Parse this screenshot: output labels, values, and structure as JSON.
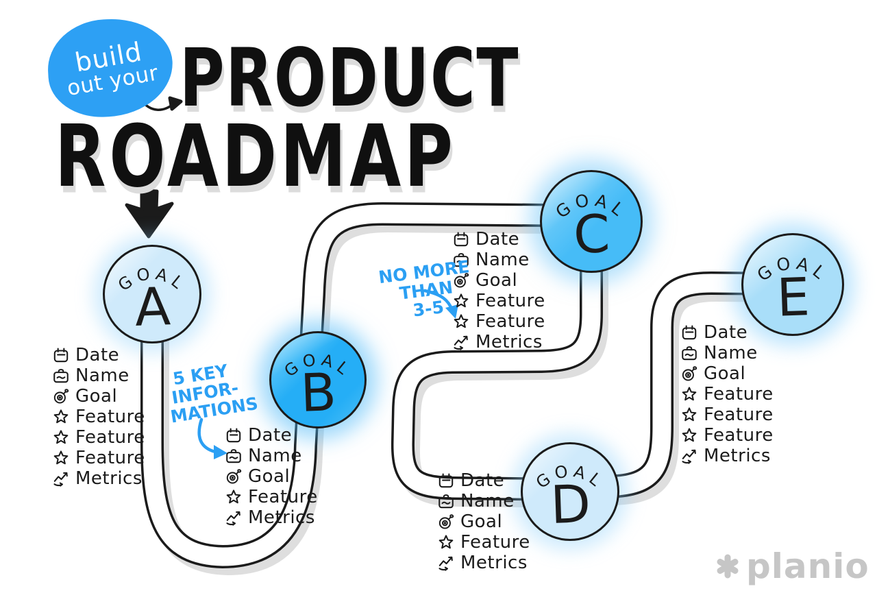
{
  "header": {
    "badge": {
      "line1": "build",
      "line2": "out your"
    },
    "title_line1": "PRODUCT",
    "title_line2": "ROADMAP"
  },
  "annotations": {
    "five_key": {
      "line1": "5 KEY",
      "line2": "INFOR-",
      "line3": "MATIONS"
    },
    "no_more": {
      "line1": "NO MORE",
      "line2": "THAN",
      "line3": "3-5"
    }
  },
  "goals": [
    {
      "word": "GOAL",
      "letter": "A",
      "items": [
        {
          "icon": "calendar-icon",
          "label": "Date"
        },
        {
          "icon": "name-badge-icon",
          "label": "Name"
        },
        {
          "icon": "target-icon",
          "label": "Goal"
        },
        {
          "icon": "star-icon",
          "label": "Feature"
        },
        {
          "icon": "star-icon",
          "label": "Feature"
        },
        {
          "icon": "star-icon",
          "label": "Feature"
        },
        {
          "icon": "metrics-icon",
          "label": "Metrics"
        }
      ]
    },
    {
      "word": "GOAL",
      "letter": "B",
      "items": [
        {
          "icon": "calendar-icon",
          "label": "Date"
        },
        {
          "icon": "name-badge-icon",
          "label": "Name"
        },
        {
          "icon": "target-icon",
          "label": "Goal"
        },
        {
          "icon": "star-icon",
          "label": "Feature"
        },
        {
          "icon": "metrics-icon",
          "label": "Metrics"
        }
      ]
    },
    {
      "word": "GOAL",
      "letter": "C",
      "items": [
        {
          "icon": "calendar-icon",
          "label": "Date"
        },
        {
          "icon": "name-badge-icon",
          "label": "Name"
        },
        {
          "icon": "target-icon",
          "label": "Goal"
        },
        {
          "icon": "star-icon",
          "label": "Feature"
        },
        {
          "icon": "star-icon",
          "label": "Feature"
        },
        {
          "icon": "metrics-icon",
          "label": "Metrics"
        }
      ]
    },
    {
      "word": "GOAL",
      "letter": "D",
      "items": [
        {
          "icon": "calendar-icon",
          "label": "Date"
        },
        {
          "icon": "name-badge-icon",
          "label": "Name"
        },
        {
          "icon": "target-icon",
          "label": "Goal"
        },
        {
          "icon": "star-icon",
          "label": "Feature"
        },
        {
          "icon": "metrics-icon",
          "label": "Metrics"
        }
      ]
    },
    {
      "word": "GOAL",
      "letter": "E",
      "items": [
        {
          "icon": "calendar-icon",
          "label": "Date"
        },
        {
          "icon": "name-badge-icon",
          "label": "Name"
        },
        {
          "icon": "target-icon",
          "label": "Goal"
        },
        {
          "icon": "star-icon",
          "label": "Feature"
        },
        {
          "icon": "star-icon",
          "label": "Feature"
        },
        {
          "icon": "star-icon",
          "label": "Feature"
        },
        {
          "icon": "metrics-icon",
          "label": "Metrics"
        }
      ]
    }
  ],
  "logo": {
    "symbol": "asterisk-icon",
    "text": "planio"
  },
  "colors": {
    "ink": "#1b1b1b",
    "accent_blue": "#2b9ff3",
    "bubble_blue": "#2da0f4",
    "circle_light": "#cfeafb",
    "circle_bright": "#25aef6",
    "circle_medium": "#46bcf7",
    "circle_soft": "#a9def9",
    "road_shadow": "#dedede",
    "logo_gray": "#c6c6c6"
  }
}
